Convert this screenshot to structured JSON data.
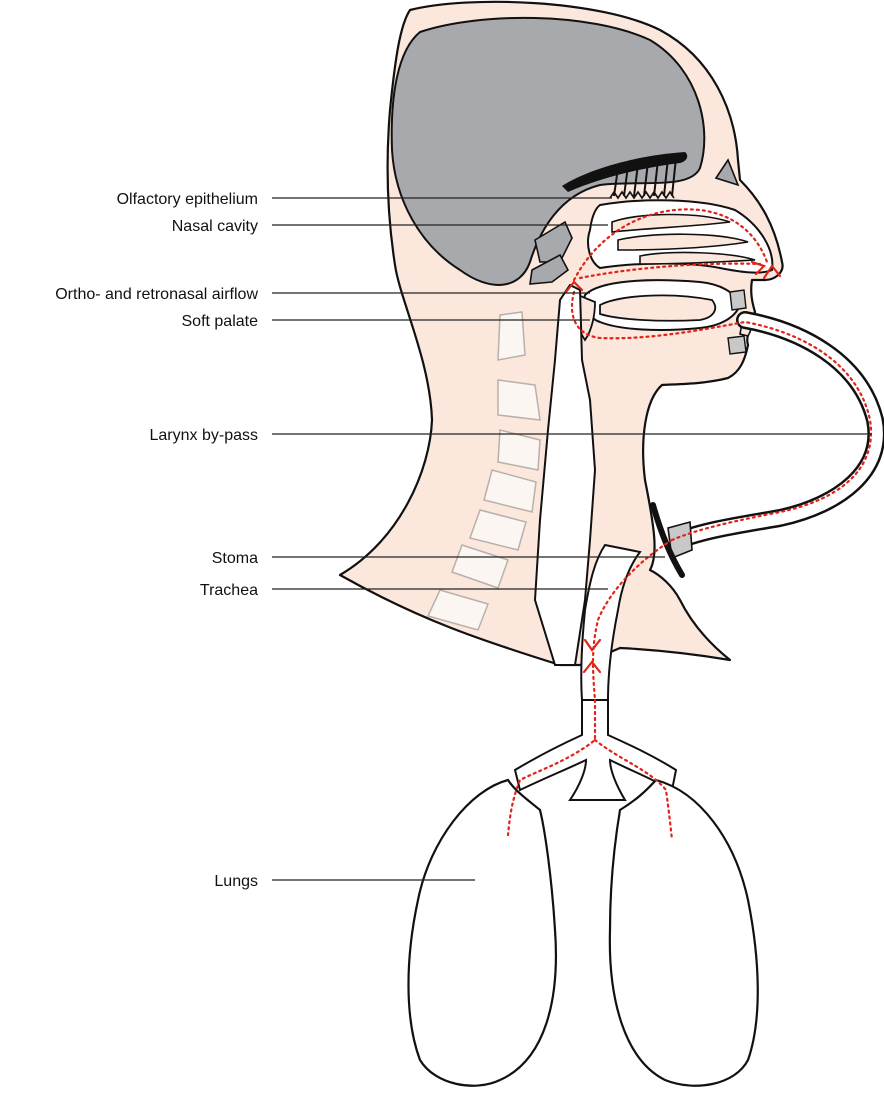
{
  "labels": {
    "olfactory_epithelium": "Olfactory epithelium",
    "nasal_cavity": "Nasal cavity",
    "airflow": "Ortho- and retronasal airflow",
    "soft_palate": "Soft palate",
    "larynx_bypass": "Larynx by-pass",
    "stoma": "Stoma",
    "trachea": "Trachea",
    "lungs": "Lungs"
  },
  "colors": {
    "skin": "#fbe7dc",
    "brain": "#a8a9ac",
    "vertebra": "#fbf6f2",
    "airflow": "#e2231a",
    "outline": "#111111",
    "tube": "#ffffff",
    "lungs": "#ffffff"
  }
}
